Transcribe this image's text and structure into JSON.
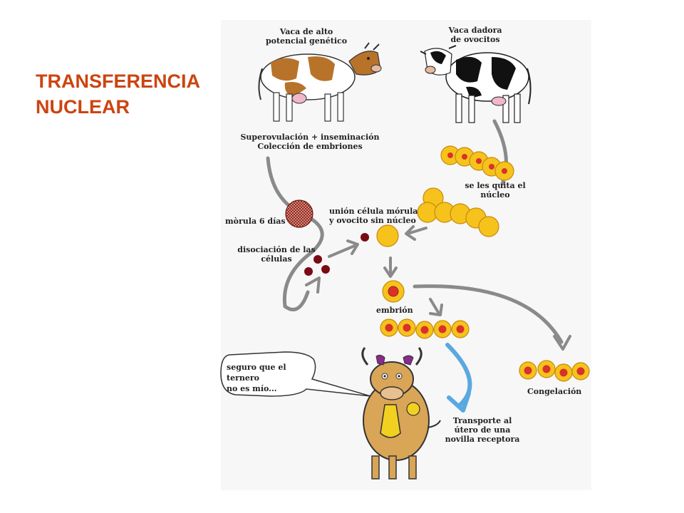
{
  "title": {
    "line1": "TRANSFERENCIA",
    "line2": "NUCLEAR"
  },
  "labels": {
    "cow_donor_genetic_1": "Vaca de alto",
    "cow_donor_genetic_2": "potencial genético",
    "cow_oocyte_1": "Vaca dadora",
    "cow_oocyte_2": "de ovocitos",
    "superovulation_1": "Superovulación + inseminación",
    "superovulation_2": "Colección de embriones",
    "remove_nucleus_1": "se les quita el",
    "remove_nucleus_2": "núcleo",
    "morula": "mòrula 6 días",
    "union_1": "unión célula mórula",
    "union_2": "y ovocito sin núcleo",
    "dissociation_1": "disociación de las",
    "dissociation_2": "células",
    "embryo": "embrión",
    "speech_1": "seguro que el ternero",
    "speech_2": "no es mío...",
    "transport_1": "Transporte al",
    "transport_2": "útero de una",
    "transport_3": "novilla receptora",
    "freezing": "Congelación"
  },
  "colors": {
    "title": "#cc4410",
    "oocyte": "#f6c21c",
    "nucleus": "#d8322a",
    "morula": "#b8483c",
    "cell_dark": "#7a0a14",
    "arrow": "#8a8a8a",
    "transfer_arrow": "#5aa8e0",
    "cow_brown": "#b8732a",
    "receptor_cow": "#d9a556"
  }
}
